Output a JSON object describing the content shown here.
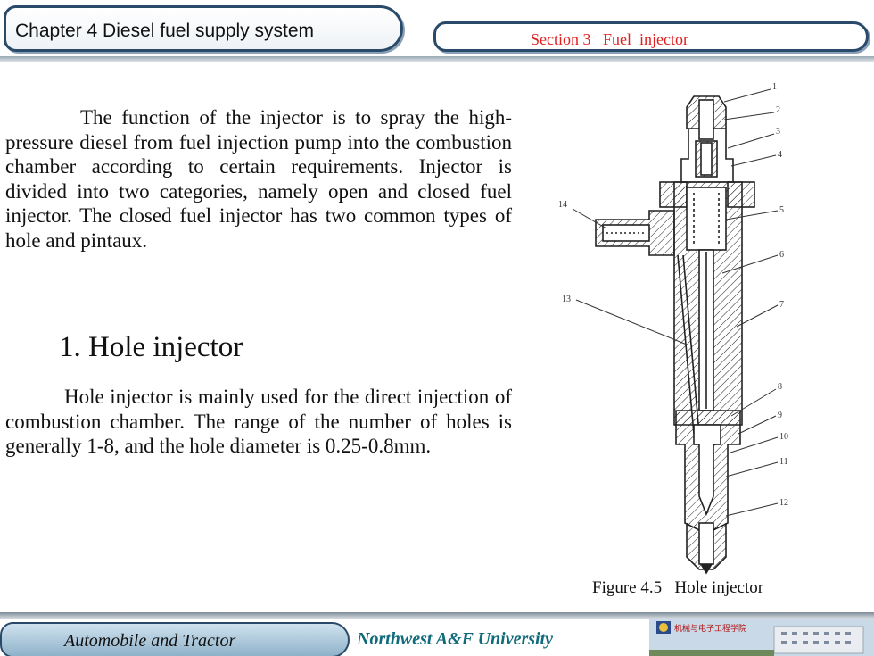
{
  "header": {
    "chapter": "Chapter 4  Diesel fuel supply system",
    "section": "Section 3   Fuel  injector"
  },
  "body": {
    "paragraph1": "The function of the injector is to spray the high-pressure diesel from fuel injection pump into the combustion chamber according to certain requirements. Injector is divided into two categories, namely open and closed fuel injector. The closed fuel injector has two common types of hole and pintaux.",
    "heading": "1. Hole injector",
    "paragraph2": "Hole injector is mainly used for the direct injection of combustion chamber. The range of the number of holes is generally 1-8, and the hole diameter is 0.25-0.8mm."
  },
  "figure": {
    "caption": "Figure 4.5   Hole injector",
    "part_labels": [
      "1",
      "2",
      "3",
      "4",
      "5",
      "6",
      "7",
      "8",
      "9",
      "10",
      "11",
      "12",
      "13",
      "14"
    ]
  },
  "footer": {
    "course": "Automobile and Tractor",
    "university": "Northwest  A&F  University",
    "logo_text": "机械与电子工程学院"
  }
}
